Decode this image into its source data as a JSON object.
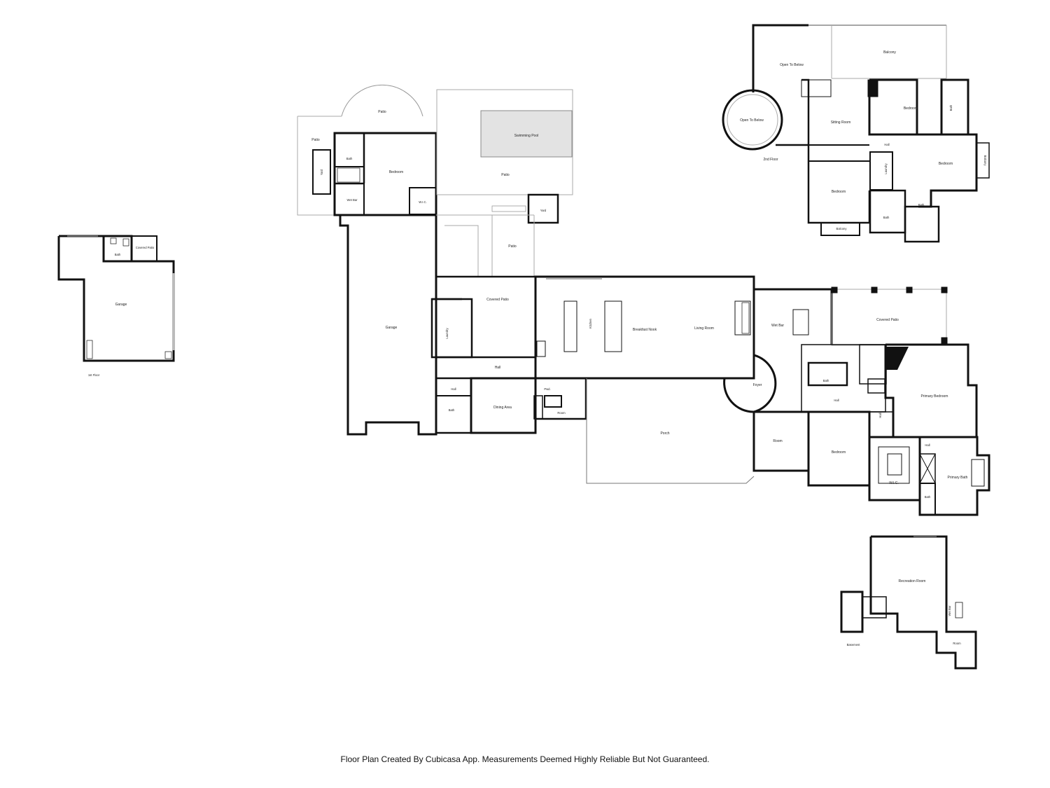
{
  "footer": "Floor Plan Created By Cubicasa App. Measurements Deemed Highly Reliable But Not Guaranteed.",
  "floors": {
    "first": "1st Floor",
    "second": "2nd Floor",
    "basement": "Basement"
  },
  "rooms": {
    "detached_garage": "Garage",
    "detached_bath": "Bath",
    "detached_covered_patio": "Covered Patio",
    "patio_top": "Patio",
    "patio_left": "Patio",
    "yard_left": "Yard",
    "guest_bath": "Bath",
    "guest_bedroom": "Bedroom",
    "wet_bar_guest": "Wet Bar",
    "wic_guest": "W.I.C.",
    "swimming_pool": "Swimming Pool",
    "patio_pool": "Patio",
    "yard_right": "Yard",
    "patio_mid": "Patio",
    "covered_patio_mid": "Covered Patio",
    "garage_main": "Garage",
    "laundry_main": "Laundry",
    "hall_main": "Hall",
    "hall_left": "Hall",
    "bath_left": "Bath",
    "dining_area": "Dining Area",
    "pwd": "Pwd.",
    "room_small": "Room",
    "kitchen": "Kitchen",
    "breakfast_nook": "Breakfast Nook",
    "living_room": "Living Room",
    "wet_bar_main": "Wet Bar",
    "covered_patio_right": "Covered Patio",
    "foyer": "Foyer",
    "porch": "Porch",
    "bath_center": "Bath",
    "hall_center": "Hall",
    "hall_vertical": "Hall",
    "primary_bedroom": "Primary Bedroom",
    "room_right": "Room",
    "bedroom_right": "Bedroom",
    "wic_primary": "W.I.C.",
    "primary_bath": "Primary Bath",
    "hall_primary": "Hall",
    "bath_primary_small": "Bath",
    "open_to_below_top": "Open To Below",
    "open_to_below_circle": "Open To Below",
    "balcony_top": "Balcony",
    "sitting_room": "Sitting Room",
    "bedroom_2_top": "Bedroom",
    "bath_2_top": "Bath",
    "hall_2": "Hall",
    "bedroom_2_right": "Bedroom",
    "balcony_right": "Balcony",
    "laundry_2": "Laundry",
    "bedroom_2_left": "Bedroom",
    "balcony_bottom": "Balcony",
    "bath_2_a": "Bath",
    "bath_2_b": "Bath",
    "recreation_room": "Recreation Room",
    "wet_bar_basement": "Wet Bar",
    "room_basement": "Room"
  }
}
